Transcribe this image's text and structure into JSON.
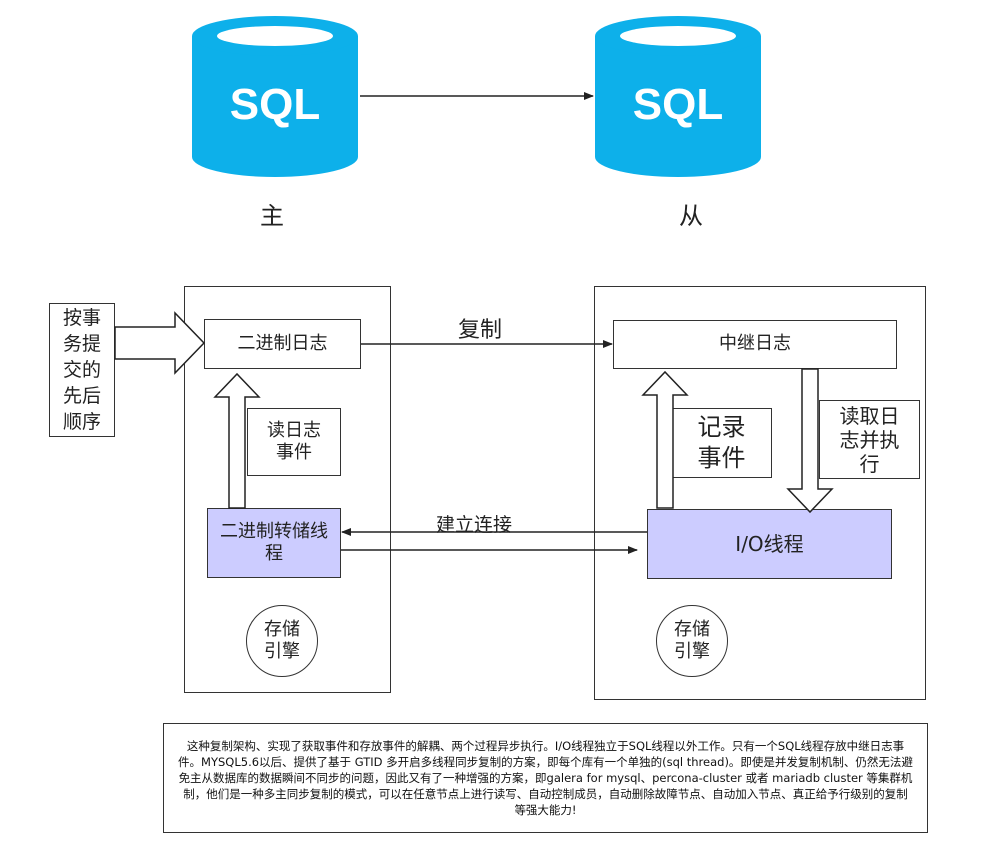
{
  "master_db": {
    "icon_text": "SQL",
    "label": "主"
  },
  "slave_db": {
    "icon_text": "SQL",
    "label": "从"
  },
  "colors": {
    "db_blue": "#0db0ea",
    "thread_purple": "#ccccff"
  },
  "input_note": "按事务提交的先后顺序",
  "master_panel": {
    "binlog": "二进制日志",
    "read_log_event": "读日志事件",
    "dump_thread": "二进制转储线程",
    "storage_engine": "存储引擎"
  },
  "replicate_label": "复制",
  "connect_label": "建立连接",
  "slave_panel": {
    "relay_log": "中继日志",
    "record_event": "记录事件",
    "read_execute": "读取日志并执行",
    "io_thread": "I/O线程",
    "storage_engine": "存储引擎"
  },
  "description": "这种复制架构、实现了获取事件和存放事件的解耦、两个过程异步执行。I/O线程独立于SQL线程以外工作。只有一个SQL线程存放中继日志事件。MYSQL5.6以后、提供了基于 GTID 多开启多线程同步复制的方案，即每个库有一个单独的(sql thread)。即使是并发复制机制、仍然无法避免主从数据库的数据瞬间不同步的问题，因此又有了一种增强的方案，即galera for mysql、percona-cluster 或者 mariadb cluster 等集群机制，他们是一种多主同步复制的模式，可以在任意节点上进行读写、自动控制成员，自动删除故障节点、自动加入节点、真正给予行级别的复制等强大能力!"
}
